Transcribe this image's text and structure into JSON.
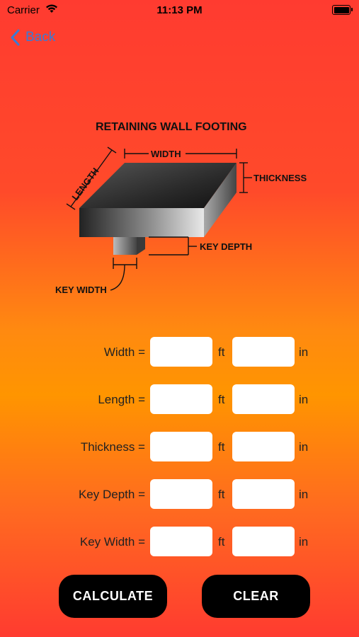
{
  "status": {
    "carrier": "Carrier",
    "time": "11:13 PM"
  },
  "nav": {
    "back_label": "Back"
  },
  "diagram": {
    "title": "RETAINING WALL  FOOTING",
    "labels": {
      "width": "WIDTH",
      "length": "LENGTH",
      "thickness": "THICKNESS",
      "key_depth": "KEY DEPTH",
      "key_width": "KEY WIDTH"
    }
  },
  "form": {
    "fields": [
      {
        "label": "Width =",
        "ft_value": "",
        "in_value": ""
      },
      {
        "label": "Length =",
        "ft_value": "",
        "in_value": ""
      },
      {
        "label": "Thickness =",
        "ft_value": "",
        "in_value": ""
      },
      {
        "label": "Key Depth =",
        "ft_value": "",
        "in_value": ""
      },
      {
        "label": "Key Width =",
        "ft_value": "",
        "in_value": ""
      }
    ],
    "unit_ft": "ft",
    "unit_in": "in"
  },
  "buttons": {
    "calculate": "CALCULATE",
    "clear": "CLEAR"
  }
}
